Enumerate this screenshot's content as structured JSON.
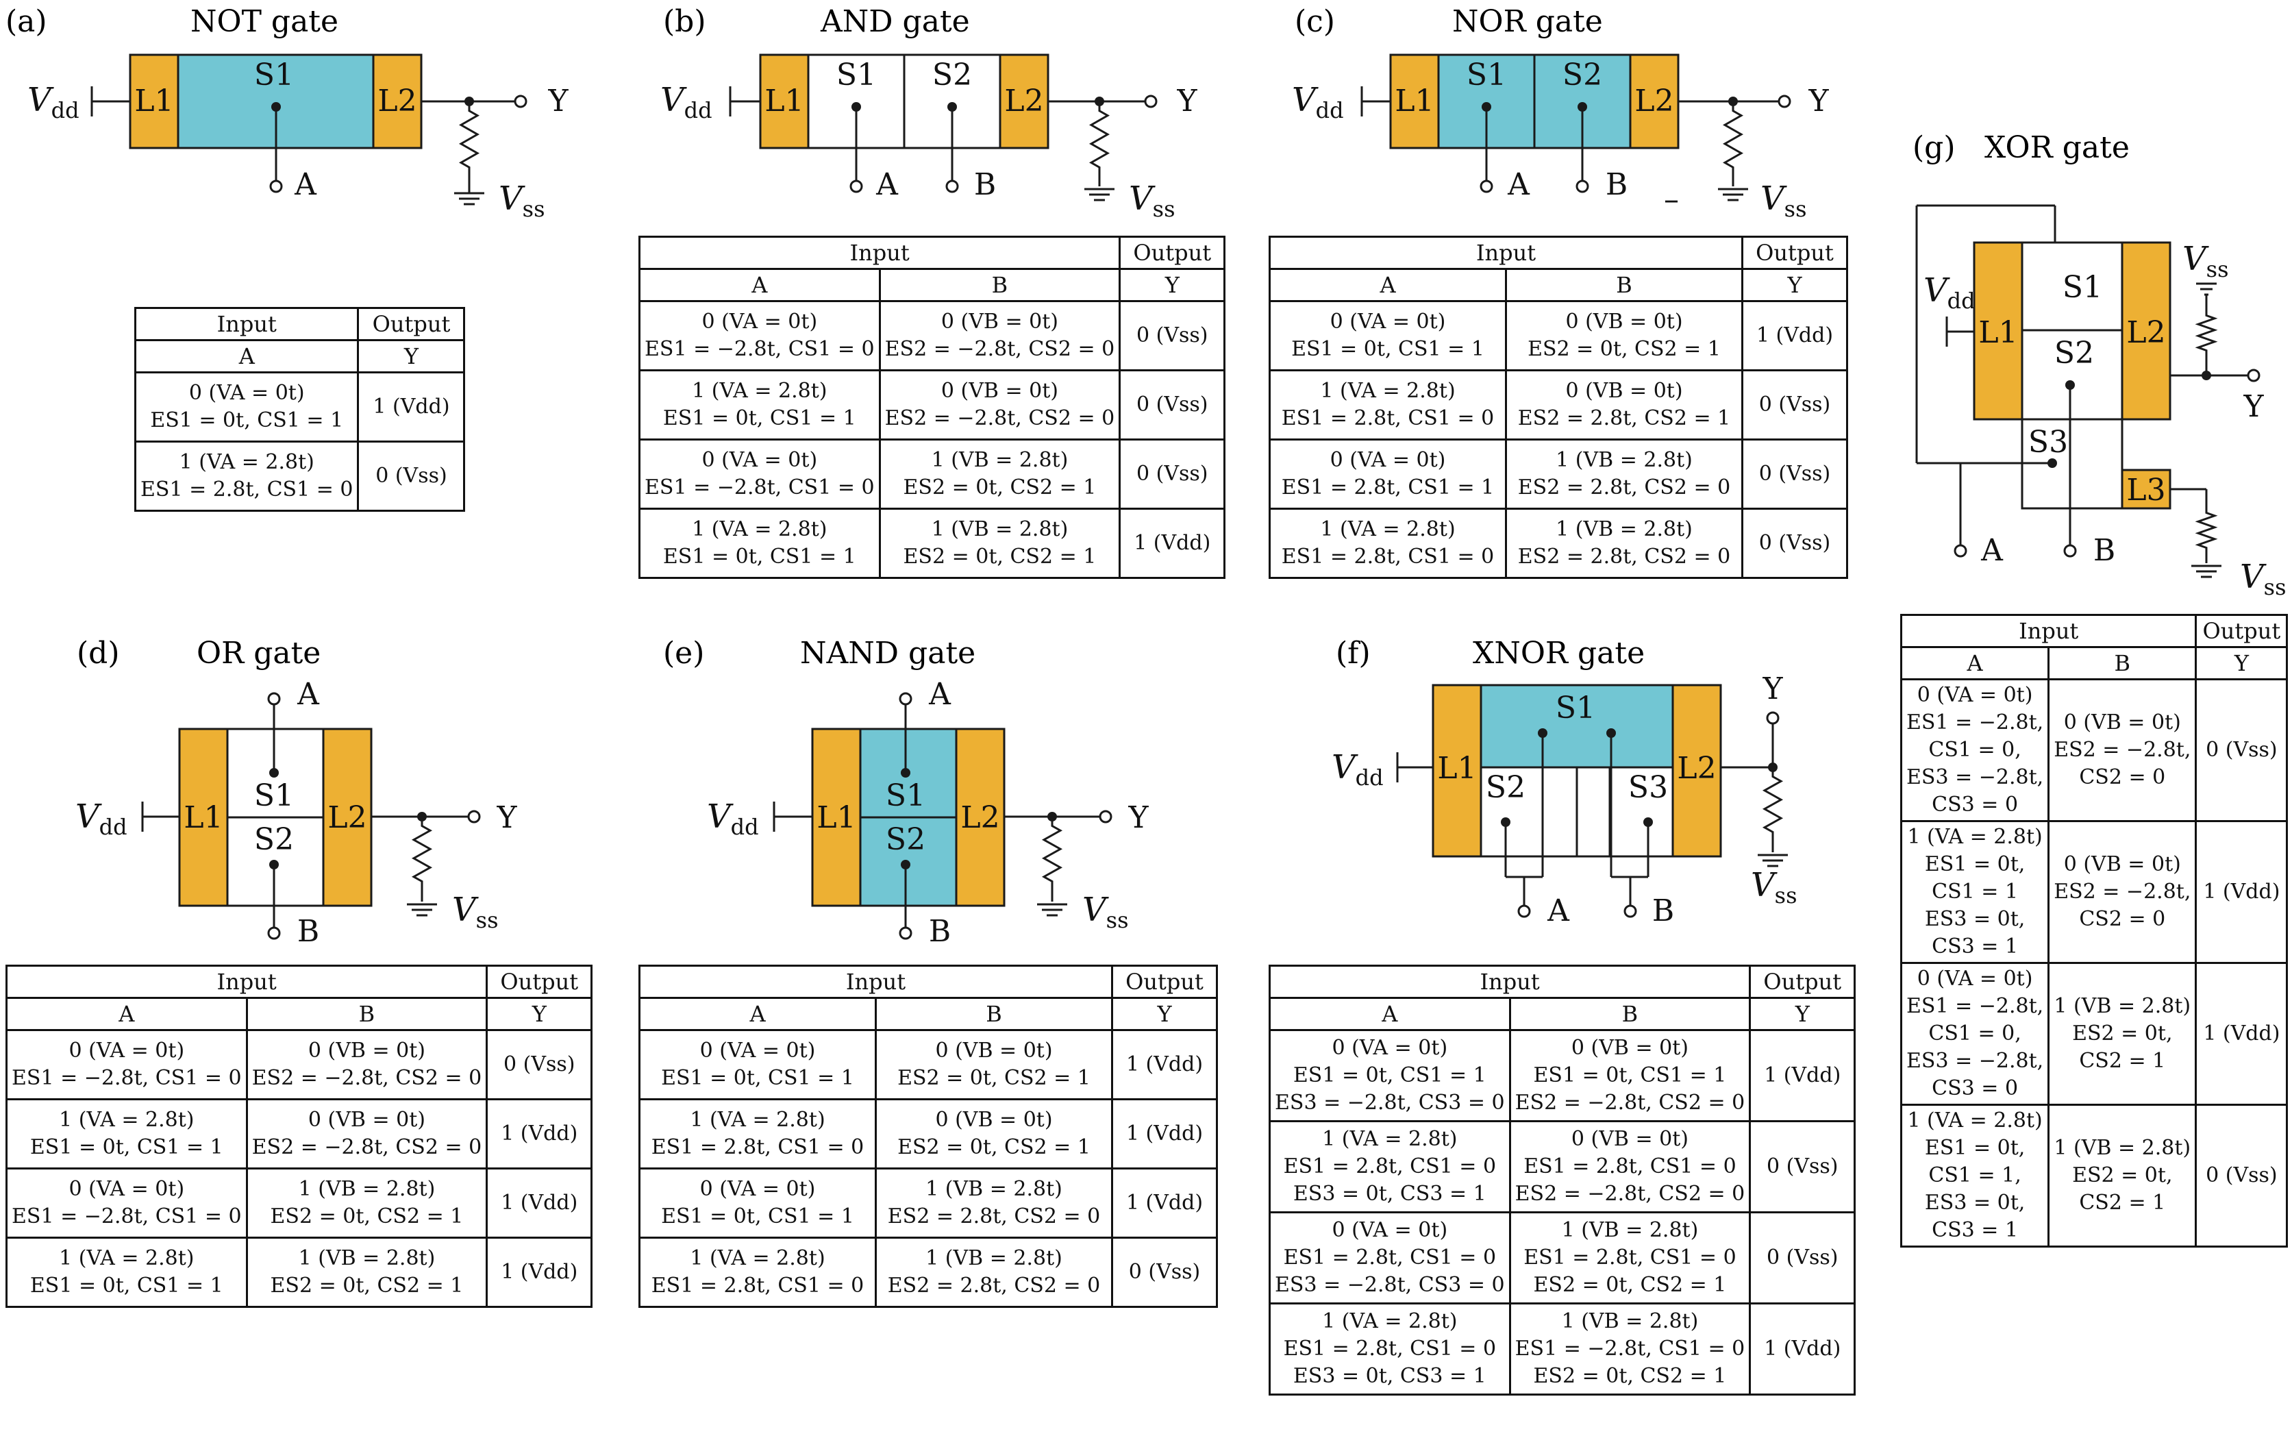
{
  "colors": {
    "lead": "#EDB033",
    "channel": "#72C6D3",
    "line": "#1a1a1a"
  },
  "panels": {
    "a": {
      "tag": "(a)",
      "title": "NOT gate"
    },
    "b": {
      "tag": "(b)",
      "title": "AND gate"
    },
    "c": {
      "tag": "(c)",
      "title": "NOR gate"
    },
    "d": {
      "tag": "(d)",
      "title": "OR  gate"
    },
    "e": {
      "tag": "(e)",
      "title": "NAND  gate"
    },
    "f": {
      "tag": "(f)",
      "title": "XNOR gate"
    },
    "g": {
      "tag": "(g)",
      "title": "XOR  gate"
    }
  },
  "labels": {
    "L1": "L1",
    "L2": "L2",
    "L3": "L3",
    "S1": "S1",
    "S2": "S2",
    "S3": "S3",
    "A": "A",
    "B": "B",
    "Y": "Y",
    "V": "V",
    "dd": "dd",
    "ss": "ss",
    "dash": "–"
  },
  "tables": {
    "a": {
      "group_input": "Input",
      "group_output": "Output",
      "cols": [
        "A",
        "Y"
      ],
      "rows": [
        [
          [
            "0 (VA = 0t)",
            "ES1 = 0t, CS1 = 1"
          ],
          [
            "1 (Vdd)"
          ]
        ],
        [
          [
            "1 (VA = 2.8t)",
            "ES1 = 2.8t, CS1 = 0"
          ],
          [
            "0 (Vss)"
          ]
        ]
      ]
    },
    "b": {
      "group_input": "Input",
      "group_output": "Output",
      "cols": [
        "A",
        "B",
        "Y"
      ],
      "rows": [
        [
          [
            "0 (VA = 0t)",
            "ES1 = −2.8t, CS1 = 0"
          ],
          [
            "0 (VB = 0t)",
            "ES2 = −2.8t, CS2 = 0"
          ],
          [
            "0 (Vss)"
          ]
        ],
        [
          [
            "1 (VA = 2.8t)",
            "ES1 = 0t, CS1 = 1"
          ],
          [
            "0 (VB = 0t)",
            "ES2 = −2.8t, CS2 = 0"
          ],
          [
            "0 (Vss)"
          ]
        ],
        [
          [
            "0 (VA = 0t)",
            "ES1 = −2.8t, CS1 = 0"
          ],
          [
            "1 (VB = 2.8t)",
            "ES2 = 0t, CS2 = 1"
          ],
          [
            "0 (Vss)"
          ]
        ],
        [
          [
            "1 (VA = 2.8t)",
            "ES1 = 0t, CS1 = 1"
          ],
          [
            "1 (VB = 2.8t)",
            "ES2 = 0t, CS2 = 1"
          ],
          [
            "1 (Vdd)"
          ]
        ]
      ]
    },
    "c": {
      "group_input": "Input",
      "group_output": "Output",
      "cols": [
        "A",
        "B",
        "Y"
      ],
      "rows": [
        [
          [
            "0 (VA = 0t)",
            "ES1 = 0t, CS1 = 1"
          ],
          [
            "0 (VB = 0t)",
            "ES2 = 0t, CS2 = 1"
          ],
          [
            "1 (Vdd)"
          ]
        ],
        [
          [
            "1 (VA = 2.8t)",
            "ES1 = 2.8t, CS1 = 0"
          ],
          [
            "0 (VB = 0t)",
            "ES2 = 2.8t, CS2 = 1"
          ],
          [
            "0 (Vss)"
          ]
        ],
        [
          [
            "0 (VA = 0t)",
            "ES1 = 2.8t, CS1 = 1"
          ],
          [
            "1 (VB = 2.8t)",
            "ES2 = 2.8t, CS2 = 0"
          ],
          [
            "0 (Vss)"
          ]
        ],
        [
          [
            "1 (VA = 2.8t)",
            "ES1 = 2.8t, CS1 = 0"
          ],
          [
            "1 (VB = 2.8t)",
            "ES2 = 2.8t, CS2 = 0"
          ],
          [
            "0 (Vss)"
          ]
        ]
      ]
    },
    "d": {
      "group_input": "Input",
      "group_output": "Output",
      "cols": [
        "A",
        "B",
        "Y"
      ],
      "rows": [
        [
          [
            "0 (VA = 0t)",
            "ES1 = −2.8t, CS1 = 0"
          ],
          [
            "0 (VB = 0t)",
            "ES2 = −2.8t, CS2 = 0"
          ],
          [
            "0 (Vss)"
          ]
        ],
        [
          [
            "1 (VA = 2.8t)",
            "ES1 = 0t, CS1 = 1"
          ],
          [
            "0 (VB = 0t)",
            "ES2 = −2.8t, CS2 = 0"
          ],
          [
            "1 (Vdd)"
          ]
        ],
        [
          [
            "0 (VA = 0t)",
            "ES1 = −2.8t, CS1 = 0"
          ],
          [
            "1 (VB = 2.8t)",
            "ES2 = 0t, CS2 = 1"
          ],
          [
            "1 (Vdd)"
          ]
        ],
        [
          [
            "1 (VA = 2.8t)",
            "ES1 = 0t, CS1 = 1"
          ],
          [
            "1 (VB = 2.8t)",
            "ES2 = 0t, CS2 = 1"
          ],
          [
            "1 (Vdd)"
          ]
        ]
      ]
    },
    "e": {
      "group_input": "Input",
      "group_output": "Output",
      "cols": [
        "A",
        "B",
        "Y"
      ],
      "rows": [
        [
          [
            "0 (VA = 0t)",
            "ES1 = 0t, CS1 = 1"
          ],
          [
            "0 (VB = 0t)",
            "ES2 = 0t, CS2 = 1"
          ],
          [
            "1 (Vdd)"
          ]
        ],
        [
          [
            "1 (VA = 2.8t)",
            "ES1 = 2.8t, CS1 = 0"
          ],
          [
            "0 (VB = 0t)",
            "ES2 = 0t, CS2 = 1"
          ],
          [
            "1 (Vdd)"
          ]
        ],
        [
          [
            "0 (VA = 0t)",
            "ES1 = 0t, CS1 = 1"
          ],
          [
            "1 (VB = 2.8t)",
            "ES2 = 2.8t, CS2 = 0"
          ],
          [
            "1 (Vdd)"
          ]
        ],
        [
          [
            "1 (VA = 2.8t)",
            "ES1 = 2.8t, CS1 = 0"
          ],
          [
            "1 (VB = 2.8t)",
            "ES2 = 2.8t, CS2 = 0"
          ],
          [
            "0 (Vss)"
          ]
        ]
      ]
    },
    "f": {
      "group_input": "Input",
      "group_output": "Output",
      "cols": [
        "A",
        "B",
        "Y"
      ],
      "rows": [
        [
          [
            "0 (VA = 0t)",
            "ES1 = 0t, CS1 = 1",
            "ES3 = −2.8t, CS3 = 0"
          ],
          [
            "0 (VB = 0t)",
            "ES1 = 0t, CS1 = 1",
            "ES2 = −2.8t, CS2 = 0"
          ],
          [
            "1 (Vdd)"
          ]
        ],
        [
          [
            "1 (VA = 2.8t)",
            "ES1 = 2.8t, CS1 = 0",
            "ES3 = 0t, CS3 = 1"
          ],
          [
            "0 (VB = 0t)",
            "ES1 = 2.8t, CS1 = 0",
            "ES2 = −2.8t, CS2 = 0"
          ],
          [
            "0 (Vss)"
          ]
        ],
        [
          [
            "0 (VA = 0t)",
            "ES1 = 2.8t, CS1 = 0",
            "ES3 = −2.8t, CS3 = 0"
          ],
          [
            "1 (VB = 2.8t)",
            "ES1 = 2.8t, CS1 = 0",
            "ES2 = 0t, CS2 = 1"
          ],
          [
            "0 (Vss)"
          ]
        ],
        [
          [
            "1 (VA = 2.8t)",
            "ES1 = 2.8t, CS1 = 0",
            "ES3 = 0t, CS3 = 1"
          ],
          [
            "1 (VB = 2.8t)",
            "ES1 = −2.8t, CS1 = 0",
            "ES2 = 0t, CS2 = 1"
          ],
          [
            "1 (Vdd)"
          ]
        ]
      ]
    },
    "g": {
      "group_input": "Input",
      "group_output": "Output",
      "cols": [
        "A",
        "B",
        "Y"
      ],
      "rows": [
        [
          [
            "0 (VA = 0t)",
            "ES1 = −2.8t,",
            "CS1 = 0,",
            "ES3 = −2.8t,",
            "CS3 = 0"
          ],
          [
            "0 (VB = 0t)",
            "ES2 = −2.8t,",
            "CS2 = 0"
          ],
          [
            "0 (Vss)"
          ]
        ],
        [
          [
            "1 (VA = 2.8t)",
            "ES1 = 0t,",
            "CS1 = 1",
            "ES3 = 0t,",
            "CS3 = 1"
          ],
          [
            "0 (VB = 0t)",
            "ES2 = −2.8t,",
            "CS2 = 0"
          ],
          [
            "1 (Vdd)"
          ]
        ],
        [
          [
            "0 (VA = 0t)",
            "ES1 = −2.8t,",
            "CS1 = 0,",
            "ES3 = −2.8t,",
            "CS3 = 0"
          ],
          [
            "1 (VB = 2.8t)",
            "ES2 = 0t,",
            "CS2 = 1"
          ],
          [
            "1 (Vdd)"
          ]
        ],
        [
          [
            "1 (VA = 2.8t)",
            "ES1 = 0t,",
            "CS1 = 1,",
            "ES3 = 0t,",
            "CS3 = 1"
          ],
          [
            "1 (VB = 2.8t)",
            "ES2 = 0t,",
            "CS2 = 1"
          ],
          [
            "0 (Vss)"
          ]
        ]
      ]
    }
  }
}
